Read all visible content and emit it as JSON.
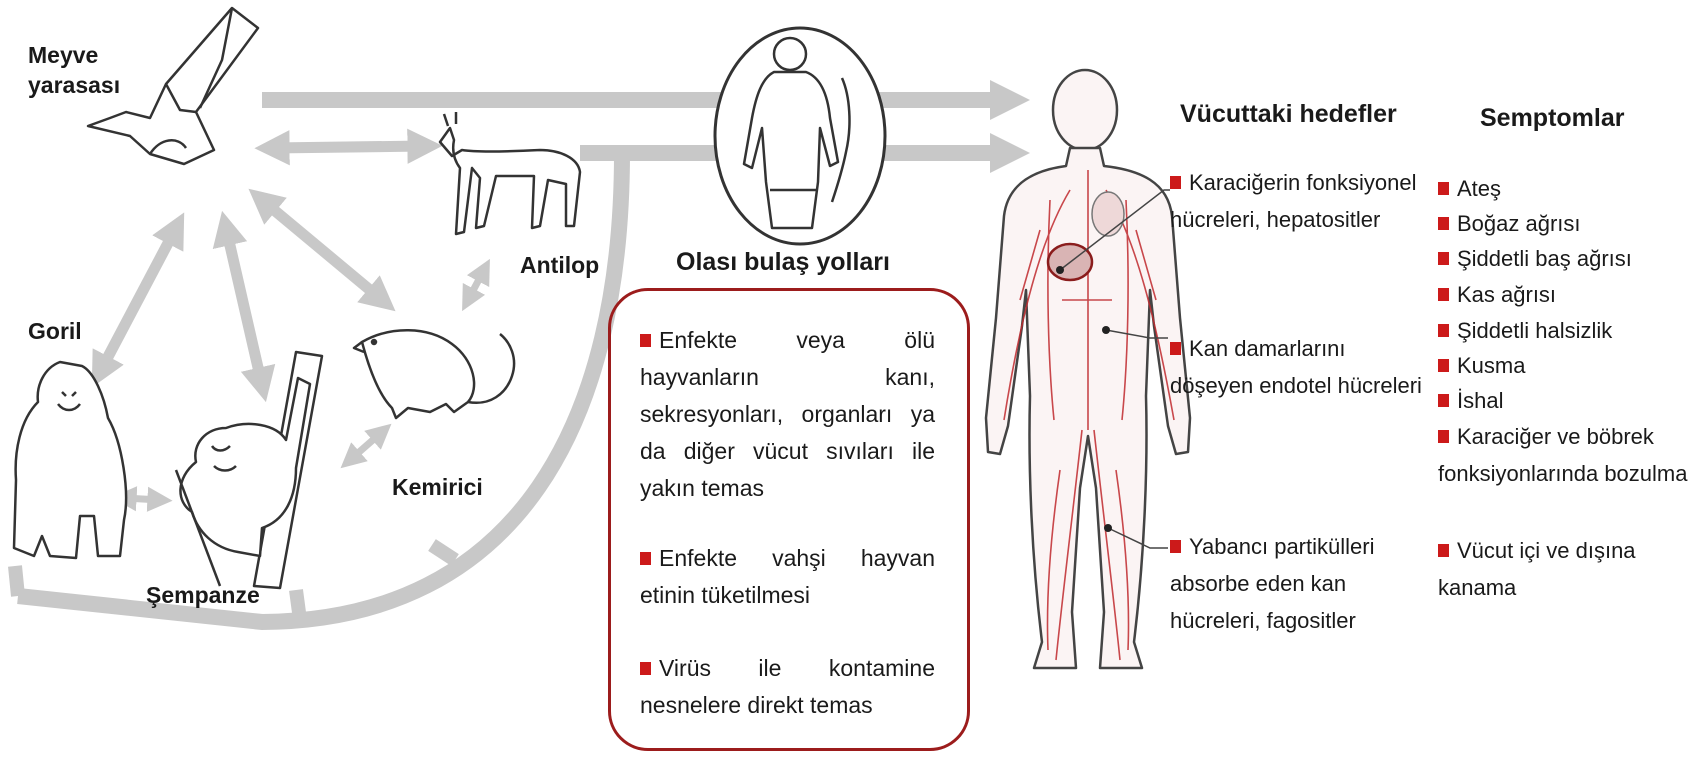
{
  "animals": {
    "bat": "Meyve\nyarasası",
    "antelope": "Antilop",
    "gorilla": "Goril",
    "rodent": "Kemirici",
    "chimp": "Şempanze"
  },
  "transmission": {
    "title": "Olası bulaş yolları",
    "items": [
      "Enfekte veya ölü hayvanların kanı, sekresyonları, organları ya da diğer vücut sıvıları ile yakın temas",
      "Enfekte vahşi hayvan etinin tüketilmesi",
      "Virüs ile kontamine nesnelere direkt temas"
    ]
  },
  "targets": {
    "title": "Vücuttaki hedefler",
    "items": [
      "Karaciğerin fonksiyonel hücreleri, hepatositler",
      "Kan damarlarını döşeyen endotel hücreleri",
      "Yabancı partikülleri absorbe eden kan hücreleri, fagositler"
    ]
  },
  "symptoms": {
    "title": "Semptomlar",
    "items": [
      "Ateş",
      "Boğaz ağrısı",
      "Şiddetli baş ağrısı",
      "Kas ağrısı",
      "Şiddetli halsizlik",
      "Kusma",
      "İshal",
      "Karaciğer ve böbrek fonksiyonlarında bozulma",
      "Vücut içi  ve dışına kanama"
    ]
  },
  "colors": {
    "accent": "#cc1a1a",
    "box_border": "#9c1c1c",
    "arrow": "#c8c8c8"
  }
}
